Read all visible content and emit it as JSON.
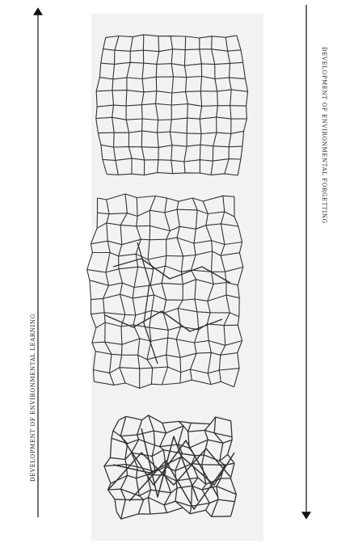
{
  "labels": {
    "learning": "DEVELOPMENT OF ENVIRONMENTAL LEARNING",
    "forgetting": "DEVELOPMENT OF ENVIRONMENTAL FORGETTING"
  },
  "colors": {
    "axis": "#111111",
    "grid_line": "#333333",
    "panel": "#f2f2f2"
  },
  "grids": [
    {
      "name": "intact-grid",
      "distortion": "low"
    },
    {
      "name": "crumpled-grid",
      "distortion": "medium"
    },
    {
      "name": "tangled-grid",
      "distortion": "high"
    }
  ]
}
